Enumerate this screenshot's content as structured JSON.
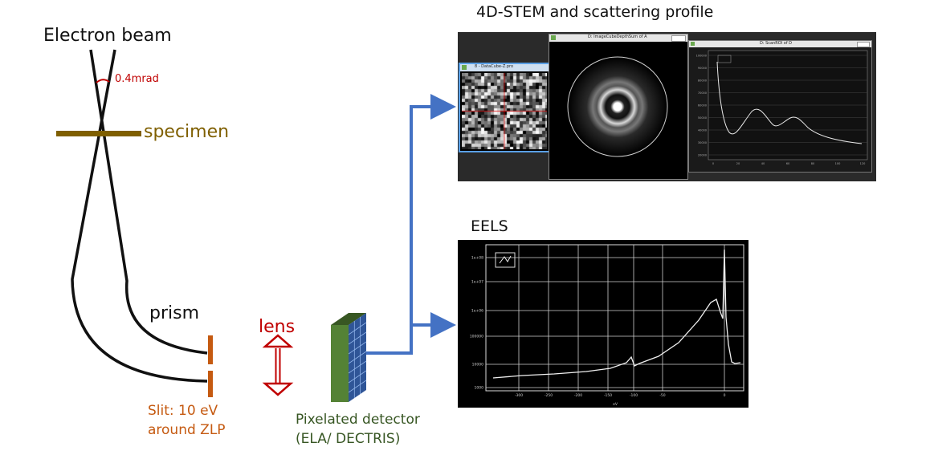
{
  "labels": {
    "electron_beam": "Electron beam",
    "angle": "0.4mrad",
    "specimen": "specimen",
    "prism": "prism",
    "slit_line1": "Slit: 10 eV",
    "slit_line2": "around ZLP",
    "lens": "lens",
    "detector_line1": "Pixelated detector",
    "detector_line2": "(ELA/ DECTRIS)",
    "stem_title": "4D-STEM and scattering profile",
    "eels_title": "EELS"
  },
  "windows": {
    "datacube": "8 - DataCube-Z.pro",
    "image": "D: ImageCubeDepthSum of A",
    "profile": "D: ScanROI of D"
  },
  "colors": {
    "specimen": "#7f5f00",
    "slit": "#c55a11",
    "lens": "#c00000",
    "detector_front": "#548235",
    "detector_side": "#2f5597",
    "arrows": "#4472c4",
    "angle_text": "#c00000"
  },
  "eels": {
    "x_ticks": [
      "-300",
      "-250",
      "-200",
      "-150",
      "-100",
      "-50",
      "0"
    ],
    "y_ticks": [
      "1e+08",
      "1e+07",
      "1e+06",
      "100000",
      "10000",
      "1000"
    ],
    "xlabel": "eV"
  },
  "profile": {
    "x_ticks": [
      "0",
      "20",
      "40",
      "60",
      "80",
      "100",
      "120"
    ],
    "y_ticks": [
      "100000",
      "90000",
      "80000",
      "70000",
      "60000",
      "50000",
      "40000",
      "30000",
      "20000"
    ]
  }
}
